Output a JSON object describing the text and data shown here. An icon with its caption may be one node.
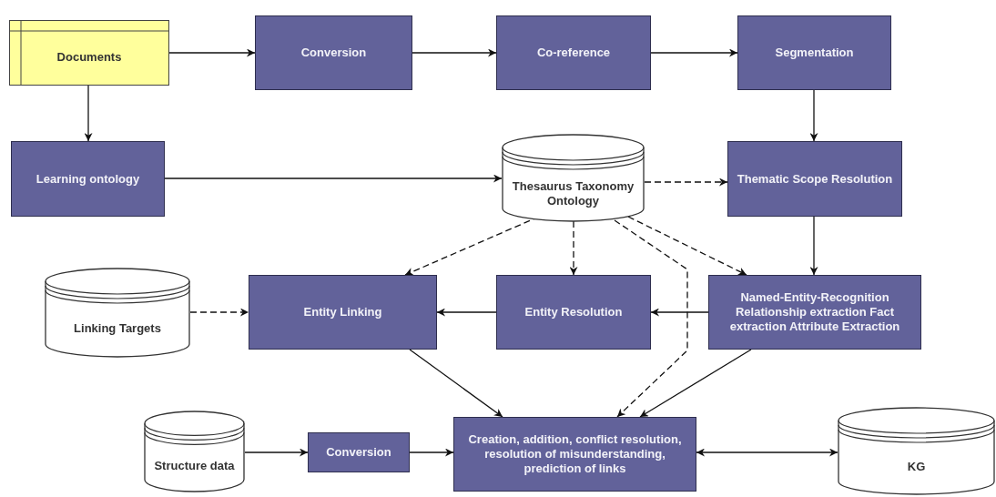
{
  "diagram": {
    "nodes": [
      {
        "text": [
          "Documents"
        ]
      },
      {
        "text": [
          "Conversion"
        ]
      },
      {
        "text": [
          "Co-reference"
        ]
      },
      {
        "text": [
          "Segmentation"
        ]
      },
      {
        "text": [
          "Learning ontology"
        ]
      },
      {
        "text": [
          "Thesaurus Taxonomy Ontology"
        ]
      },
      {
        "text": [
          "Thematic Scope Resolution"
        ]
      },
      {
        "text": [
          "Linking Targets"
        ]
      },
      {
        "text": [
          "Entity Linking"
        ]
      },
      {
        "text": [
          "Entity Resolution"
        ]
      },
      {
        "text": [
          "Named-Entity-Recognition Relationship extraction Fact extraction Attribute Extraction"
        ]
      },
      {
        "text": [
          "Structure data"
        ]
      },
      {
        "text": [
          "Conversion"
        ]
      },
      {
        "text": [
          "Creation, addition, conflict resolution, resolution of misunderstanding, prediction of links"
        ]
      },
      {
        "text": [
          "KG"
        ]
      }
    ],
    "edges": [
      {
        "from": 0,
        "to": 1,
        "arrow": "to"
      },
      {
        "from": 1,
        "to": 2,
        "arrow": "to"
      },
      {
        "from": 2,
        "to": 3,
        "arrow": "to"
      },
      {
        "from": 0,
        "to": 4,
        "arrow": "to"
      },
      {
        "from": 4,
        "to": 5,
        "arrow": "to"
      },
      {
        "from": 5,
        "to": 6,
        "arrow": "to",
        "style": "dashed"
      },
      {
        "from": 3,
        "to": 6,
        "arrow": "to"
      },
      {
        "from": 6,
        "to": 10,
        "arrow": "to"
      },
      {
        "from": 5,
        "to": 8,
        "arrow": "to",
        "style": "dashed"
      },
      {
        "from": 5,
        "to": 9,
        "arrow": "to",
        "style": "dashed"
      },
      {
        "from": 5,
        "to": 10,
        "arrow": "to",
        "style": "dashed"
      },
      {
        "from": 5,
        "to": 13,
        "arrow": "to",
        "style": "dashed"
      },
      {
        "from": 7,
        "to": 8,
        "arrow": "to",
        "style": "dashed"
      },
      {
        "from": 10,
        "to": 9,
        "arrow": "to"
      },
      {
        "from": 9,
        "to": 8,
        "arrow": "to"
      },
      {
        "from": 8,
        "to": 13,
        "arrow": "to"
      },
      {
        "from": 10,
        "to": 13,
        "arrow": "to"
      },
      {
        "from": 11,
        "to": 12,
        "arrow": "to"
      },
      {
        "from": 12,
        "to": 13,
        "arrow": "to"
      },
      {
        "from": 13,
        "to": 14,
        "arrow": "both"
      }
    ]
  }
}
